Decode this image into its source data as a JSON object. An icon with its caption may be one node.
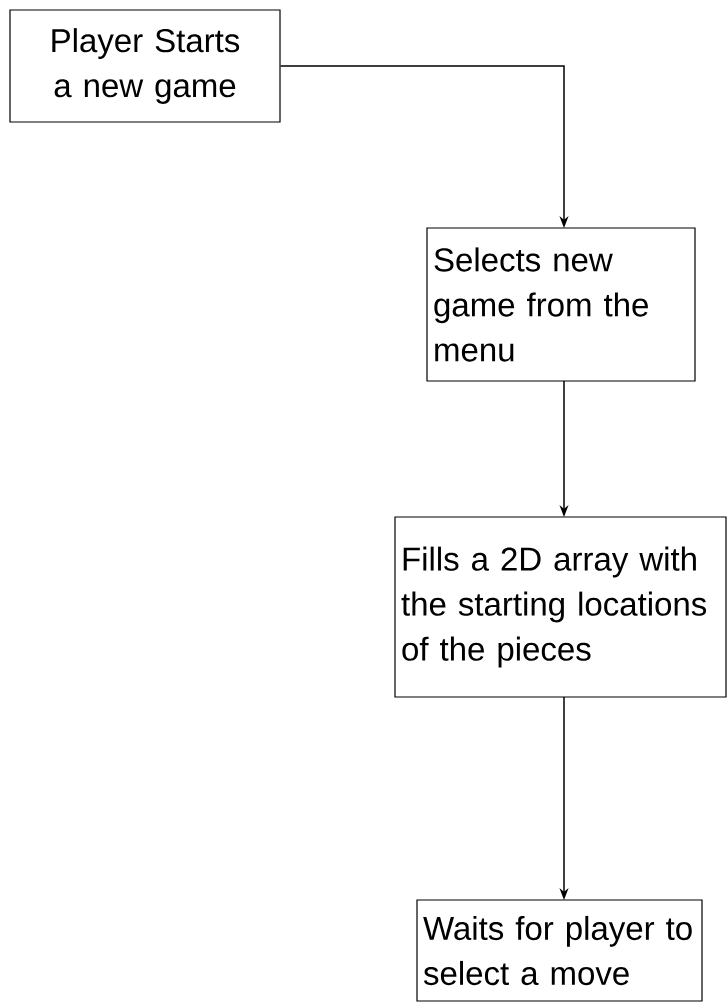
{
  "diagram": {
    "nodes": [
      {
        "text": [
          "Player Starts a new game"
        ]
      },
      {
        "text": [
          "Selects new game from the menu"
        ]
      },
      {
        "text": [
          "Fills a 2D array with the starting locations of the pieces"
        ]
      },
      {
        "text": [
          "Waits for player to select a move"
        ]
      }
    ],
    "edges": [
      {
        "from": 0,
        "to": 1,
        "arrow": "to"
      },
      {
        "from": 1,
        "to": 2,
        "arrow": "to"
      },
      {
        "from": 2,
        "to": 3,
        "arrow": "to"
      }
    ]
  }
}
